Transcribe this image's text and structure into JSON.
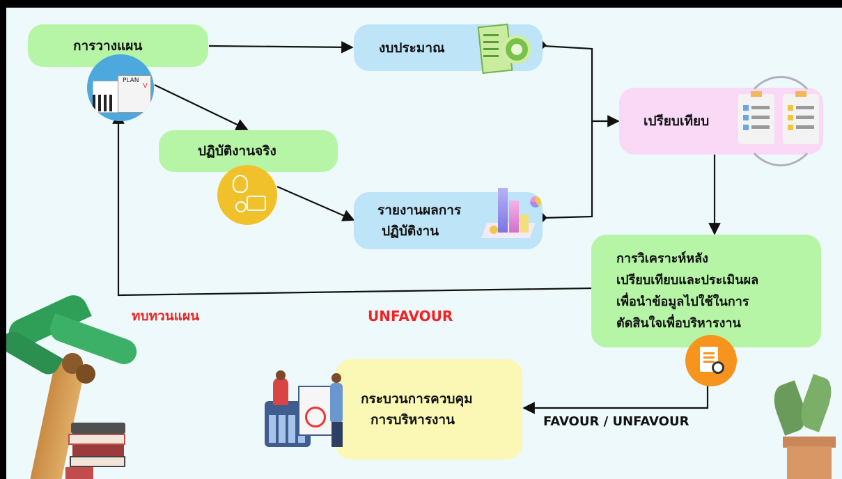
{
  "nodes": {
    "planning": "การวางแผน",
    "budget": "งบประมาณ",
    "compare": "เปรียบเทียบ",
    "implementation": "ปฏิบัติงานจริง",
    "report_line1": "รายงานผลการ",
    "report_line2": "ปฏิบัติงาน",
    "analysis_line1": "การวิเคราะห์หลัง",
    "analysis_line2": "เปรียบเทียบและประเมินผล",
    "analysis_line3": "เพื่อนำข้อมูลไปใช้ในการ",
    "analysis_line4": "ตัดสินใจเพื่อบริหารงาน",
    "control_line1": "กระบวนการควบคุม",
    "control_line2": "การบริหารงาน"
  },
  "labels": {
    "review_plan": "ทบทวนแผน",
    "unfavour": "UNFAVOUR",
    "favour_unfavour": "FAVOUR / UNFAVOUR"
  },
  "icons": {
    "plan_card_text": "PLAN"
  },
  "colors": {
    "green_node": "#b6f5a6",
    "blue_node": "#bde4f7",
    "pink_node": "#f9d9f6",
    "yellow_node": "#fbf7b5",
    "alert_red": "#ee2323",
    "background": "#eef9fb"
  }
}
